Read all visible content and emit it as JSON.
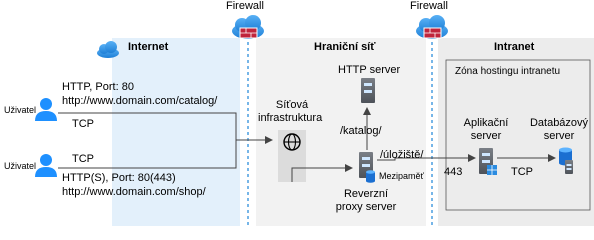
{
  "zones": {
    "internet": "Internet",
    "perimeter": "Hraniční síť",
    "intranet": "Intranet",
    "intranet_hosting": "Zóna hostingu intranetu"
  },
  "firewalls": {
    "left": "Firewall",
    "right": "Firewall"
  },
  "users": {
    "user1_label": "Uživatel",
    "user2_label": "Uživatel"
  },
  "connections": {
    "user1_line1": "HTTP, Port: 80",
    "user1_line2": "http://www.domain.com/catalog/",
    "user1_protocol": "TCP",
    "user2_protocol": "TCP",
    "user2_line1": "HTTP(S), Port: 80(443)",
    "user2_line2": "http://www.domain.com/shop/"
  },
  "perimeter": {
    "network_infra_line1": "Síťová",
    "network_infra_line2": "infrastruktura",
    "http_server": "HTTP server",
    "catalog_path": "/katalog/",
    "reverse_proxy_line1": "Reverzní",
    "reverse_proxy_line2": "proxy server",
    "cache": "Mezipaměť",
    "storage_path": "/úložiště/",
    "port": "443"
  },
  "intranet": {
    "app_server_line1": "Aplikační",
    "app_server_line2": "server",
    "db_server_line1": "Databázový",
    "db_server_line2": "server",
    "protocol": "TCP"
  },
  "colors": {
    "internet_zone": "#e3f0fb",
    "perimeter_zone": "#f2f2f2",
    "intranet_zone": "#ececec",
    "firewall_red": "#c0243c",
    "azure_blue": "#1e90ff",
    "line": "#444444"
  }
}
